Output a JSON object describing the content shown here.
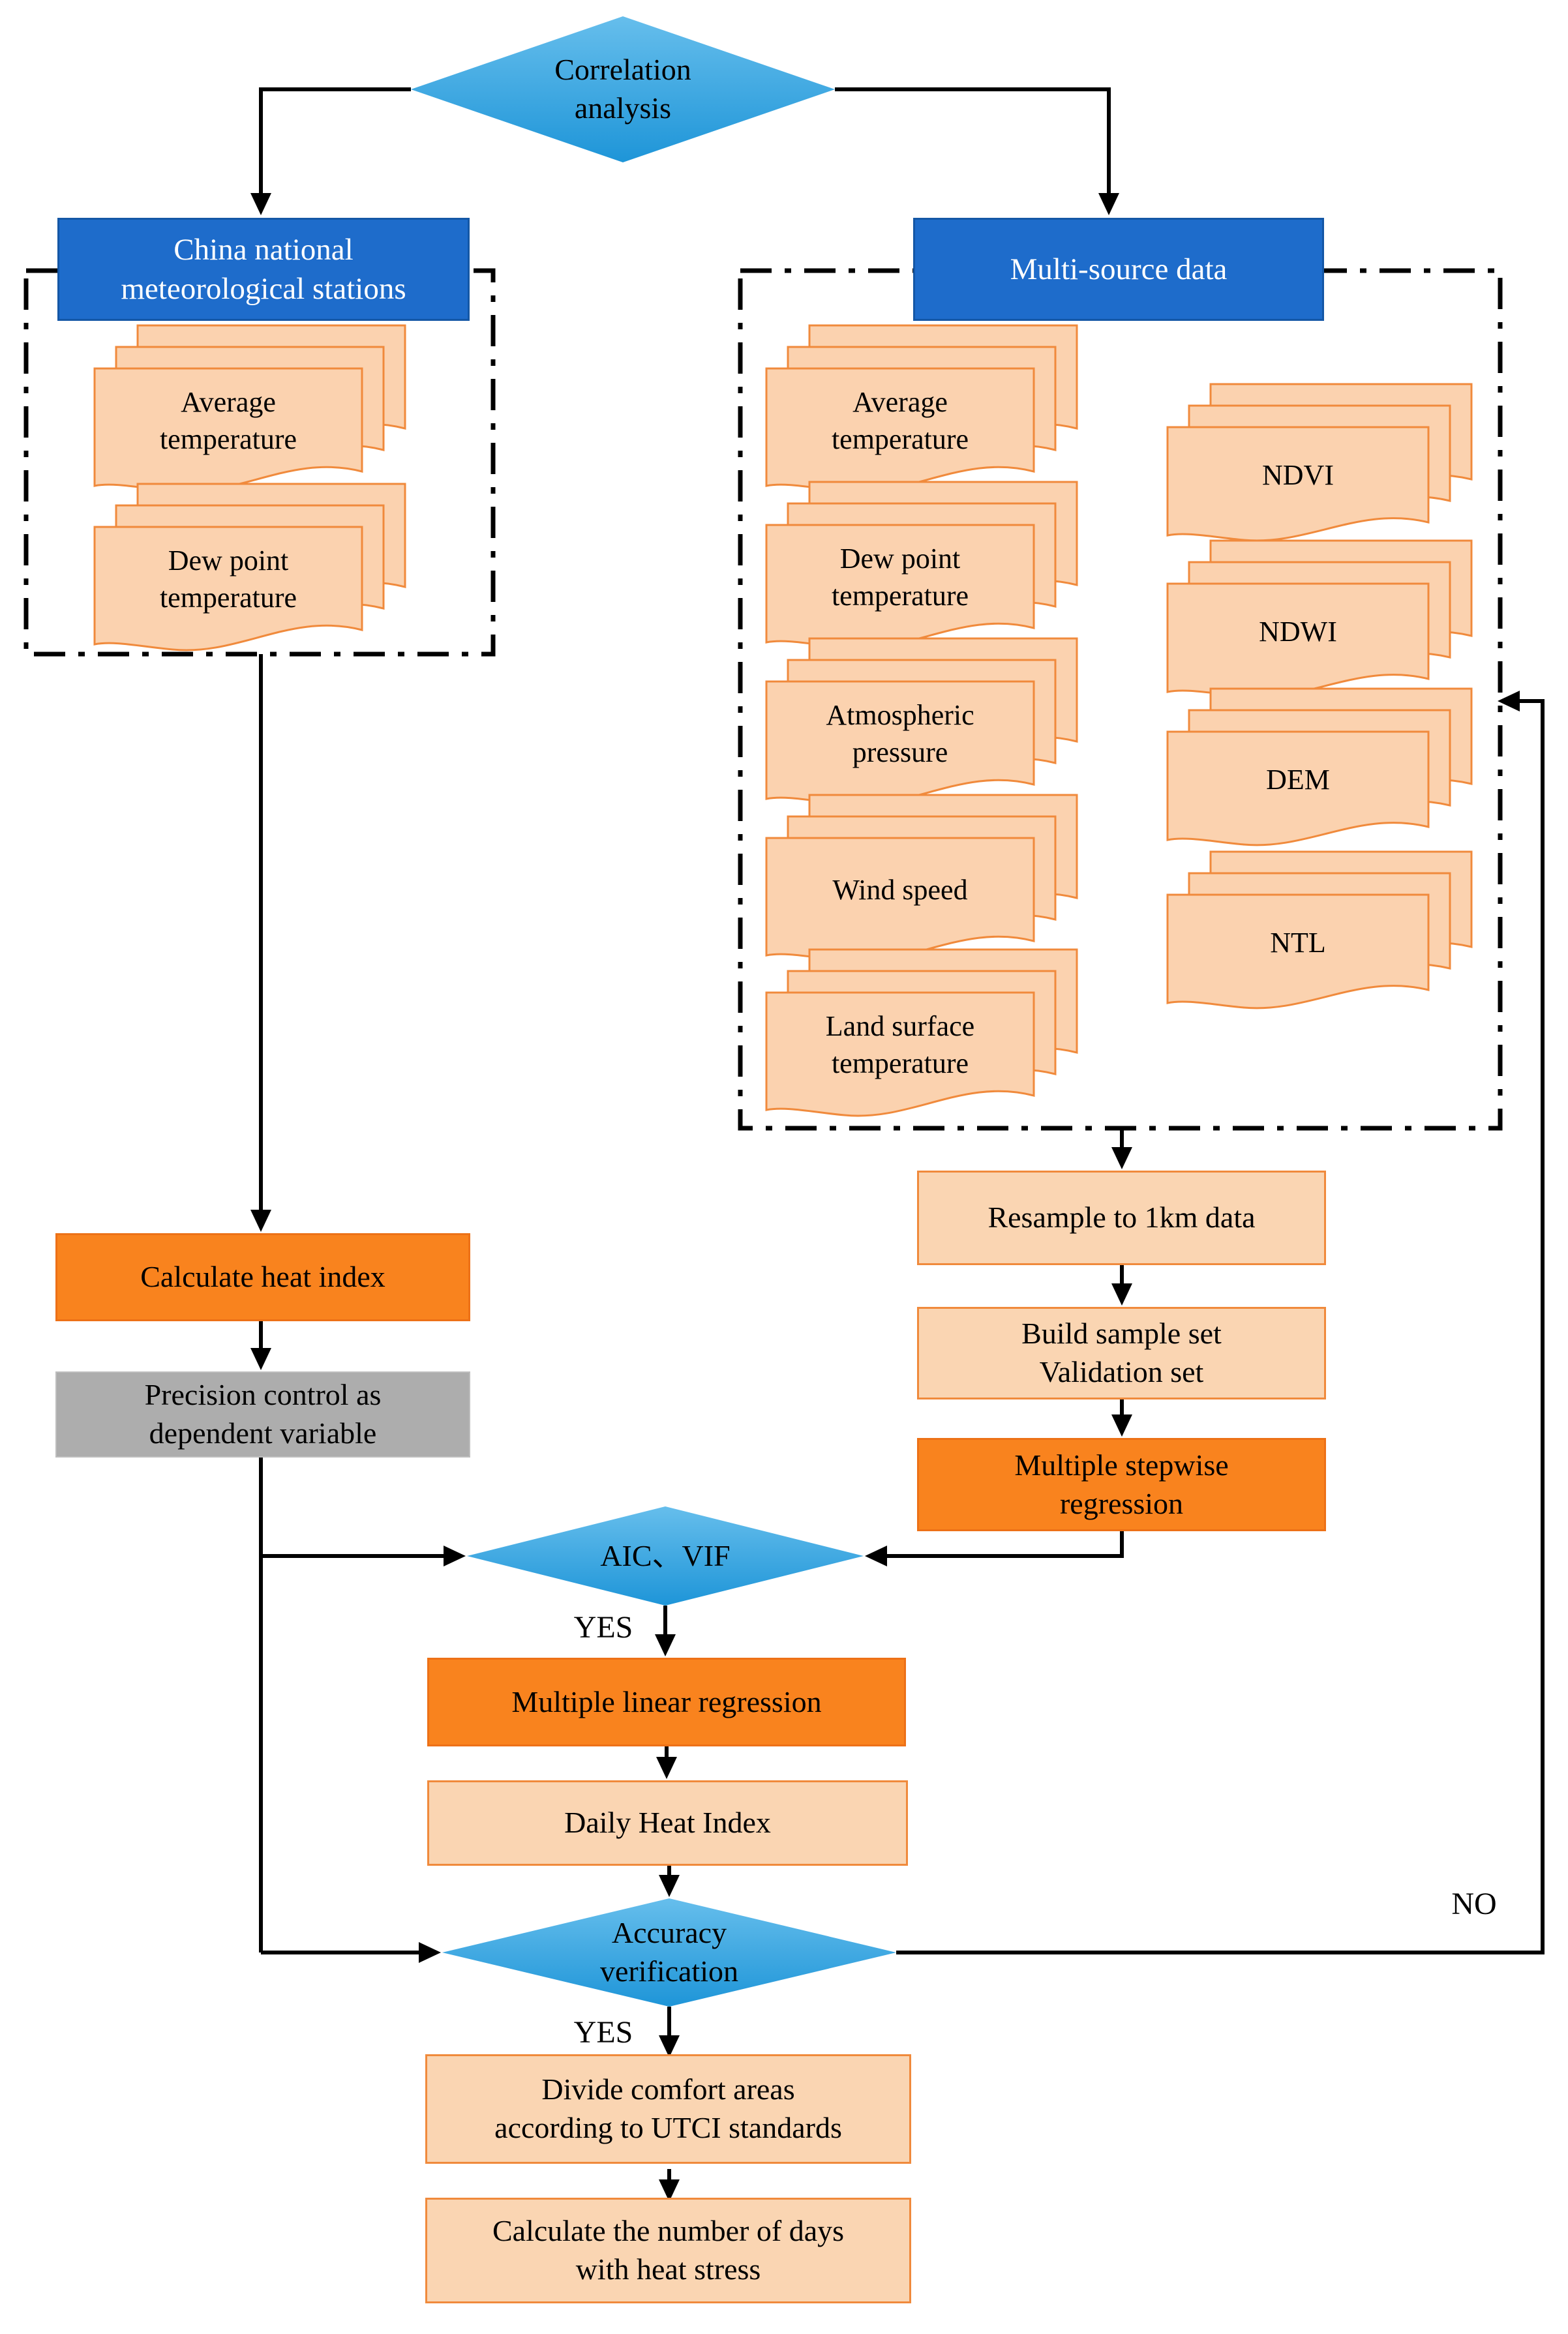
{
  "figure": {
    "type": "flowchart",
    "topic": "Heat index modeling workflow"
  },
  "colors": {
    "blue_box": "#1E6CCB",
    "blue_box_border": "#1457A6",
    "diamond_top": "#66BEEC",
    "diamond_bottom": "#1E95D8",
    "doc_fill": "#FBD2AF",
    "doc_border": "#F08A3C",
    "peach_fill": "#FAD5B2",
    "orange_fill": "#F9831E",
    "gray_fill": "#ADADAD",
    "connector": "#000000"
  },
  "nodes": {
    "correlation": {
      "lines": [
        "Correlation",
        "analysis"
      ]
    },
    "stations": {
      "lines": [
        "China national",
        "meteorological stations"
      ]
    },
    "multisource": {
      "label": "Multi-source data"
    },
    "calc_heat": {
      "label": "Calculate heat index"
    },
    "precision": {
      "lines": [
        "Precision control as",
        "dependent variable"
      ]
    },
    "resample": {
      "label": "Resample to 1km data"
    },
    "build": {
      "lines": [
        "Build sample set",
        "Validation set"
      ]
    },
    "stepwise": {
      "lines": [
        "Multiple stepwise",
        "regression"
      ]
    },
    "aic": {
      "label": "AIC、VIF"
    },
    "mlr": {
      "label": "Multiple linear regression"
    },
    "dhi": {
      "label": "Daily Heat Index"
    },
    "accuracy": {
      "lines": [
        "Accuracy",
        "verification"
      ]
    },
    "divide": {
      "lines": [
        "Divide comfort areas",
        "according to UTCI standards"
      ]
    },
    "days": {
      "lines": [
        "Calculate the number of days",
        "with heat stress"
      ]
    }
  },
  "documents": {
    "station_inputs": [
      {
        "lines": [
          "Average",
          "temperature"
        ]
      },
      {
        "lines": [
          "Dew point",
          "temperature"
        ]
      }
    ],
    "multisource_col1": [
      {
        "lines": [
          "Average",
          "temperature"
        ]
      },
      {
        "lines": [
          "Dew point",
          "temperature"
        ]
      },
      {
        "lines": [
          "Atmospheric",
          "pressure"
        ]
      },
      {
        "lines": [
          "Wind speed"
        ]
      },
      {
        "lines": [
          "Land surface",
          "temperature"
        ]
      }
    ],
    "multisource_col2": [
      {
        "lines": [
          "NDVI"
        ]
      },
      {
        "lines": [
          "NDWI"
        ]
      },
      {
        "lines": [
          "DEM"
        ]
      },
      {
        "lines": [
          "NTL"
        ]
      }
    ]
  },
  "edges": {
    "yes_aic": "YES",
    "yes_accuracy": "YES",
    "no_accuracy": "NO"
  }
}
